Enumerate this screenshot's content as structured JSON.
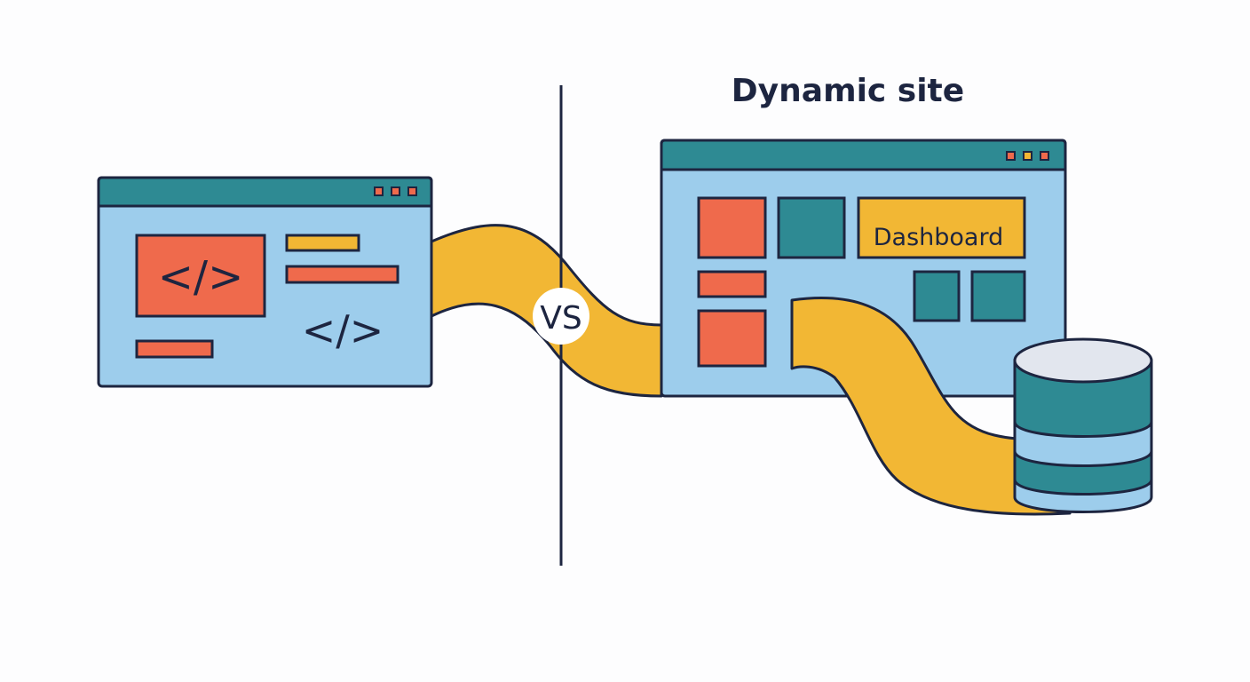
{
  "title": "Dynamic site",
  "divider_label": "VS",
  "static_window": {
    "code_block_glyph": "</>",
    "code_glyph": "</>"
  },
  "dynamic_window": {
    "dashboard_label": "Dashboard"
  },
  "colors": {
    "outline": "#1d2540",
    "window_body": "#9dcdec",
    "title_bar": "#2e8a93",
    "red_block": "#ef6a4c",
    "teal_block": "#2e8a93",
    "yellow": "#f2b734",
    "db_top": "#e2e6ee",
    "db_light": "#9dcdec"
  },
  "icons": {
    "window_controls": "three-square-dots",
    "database": "database-cylinder-icon",
    "code": "code-brackets-icon"
  }
}
